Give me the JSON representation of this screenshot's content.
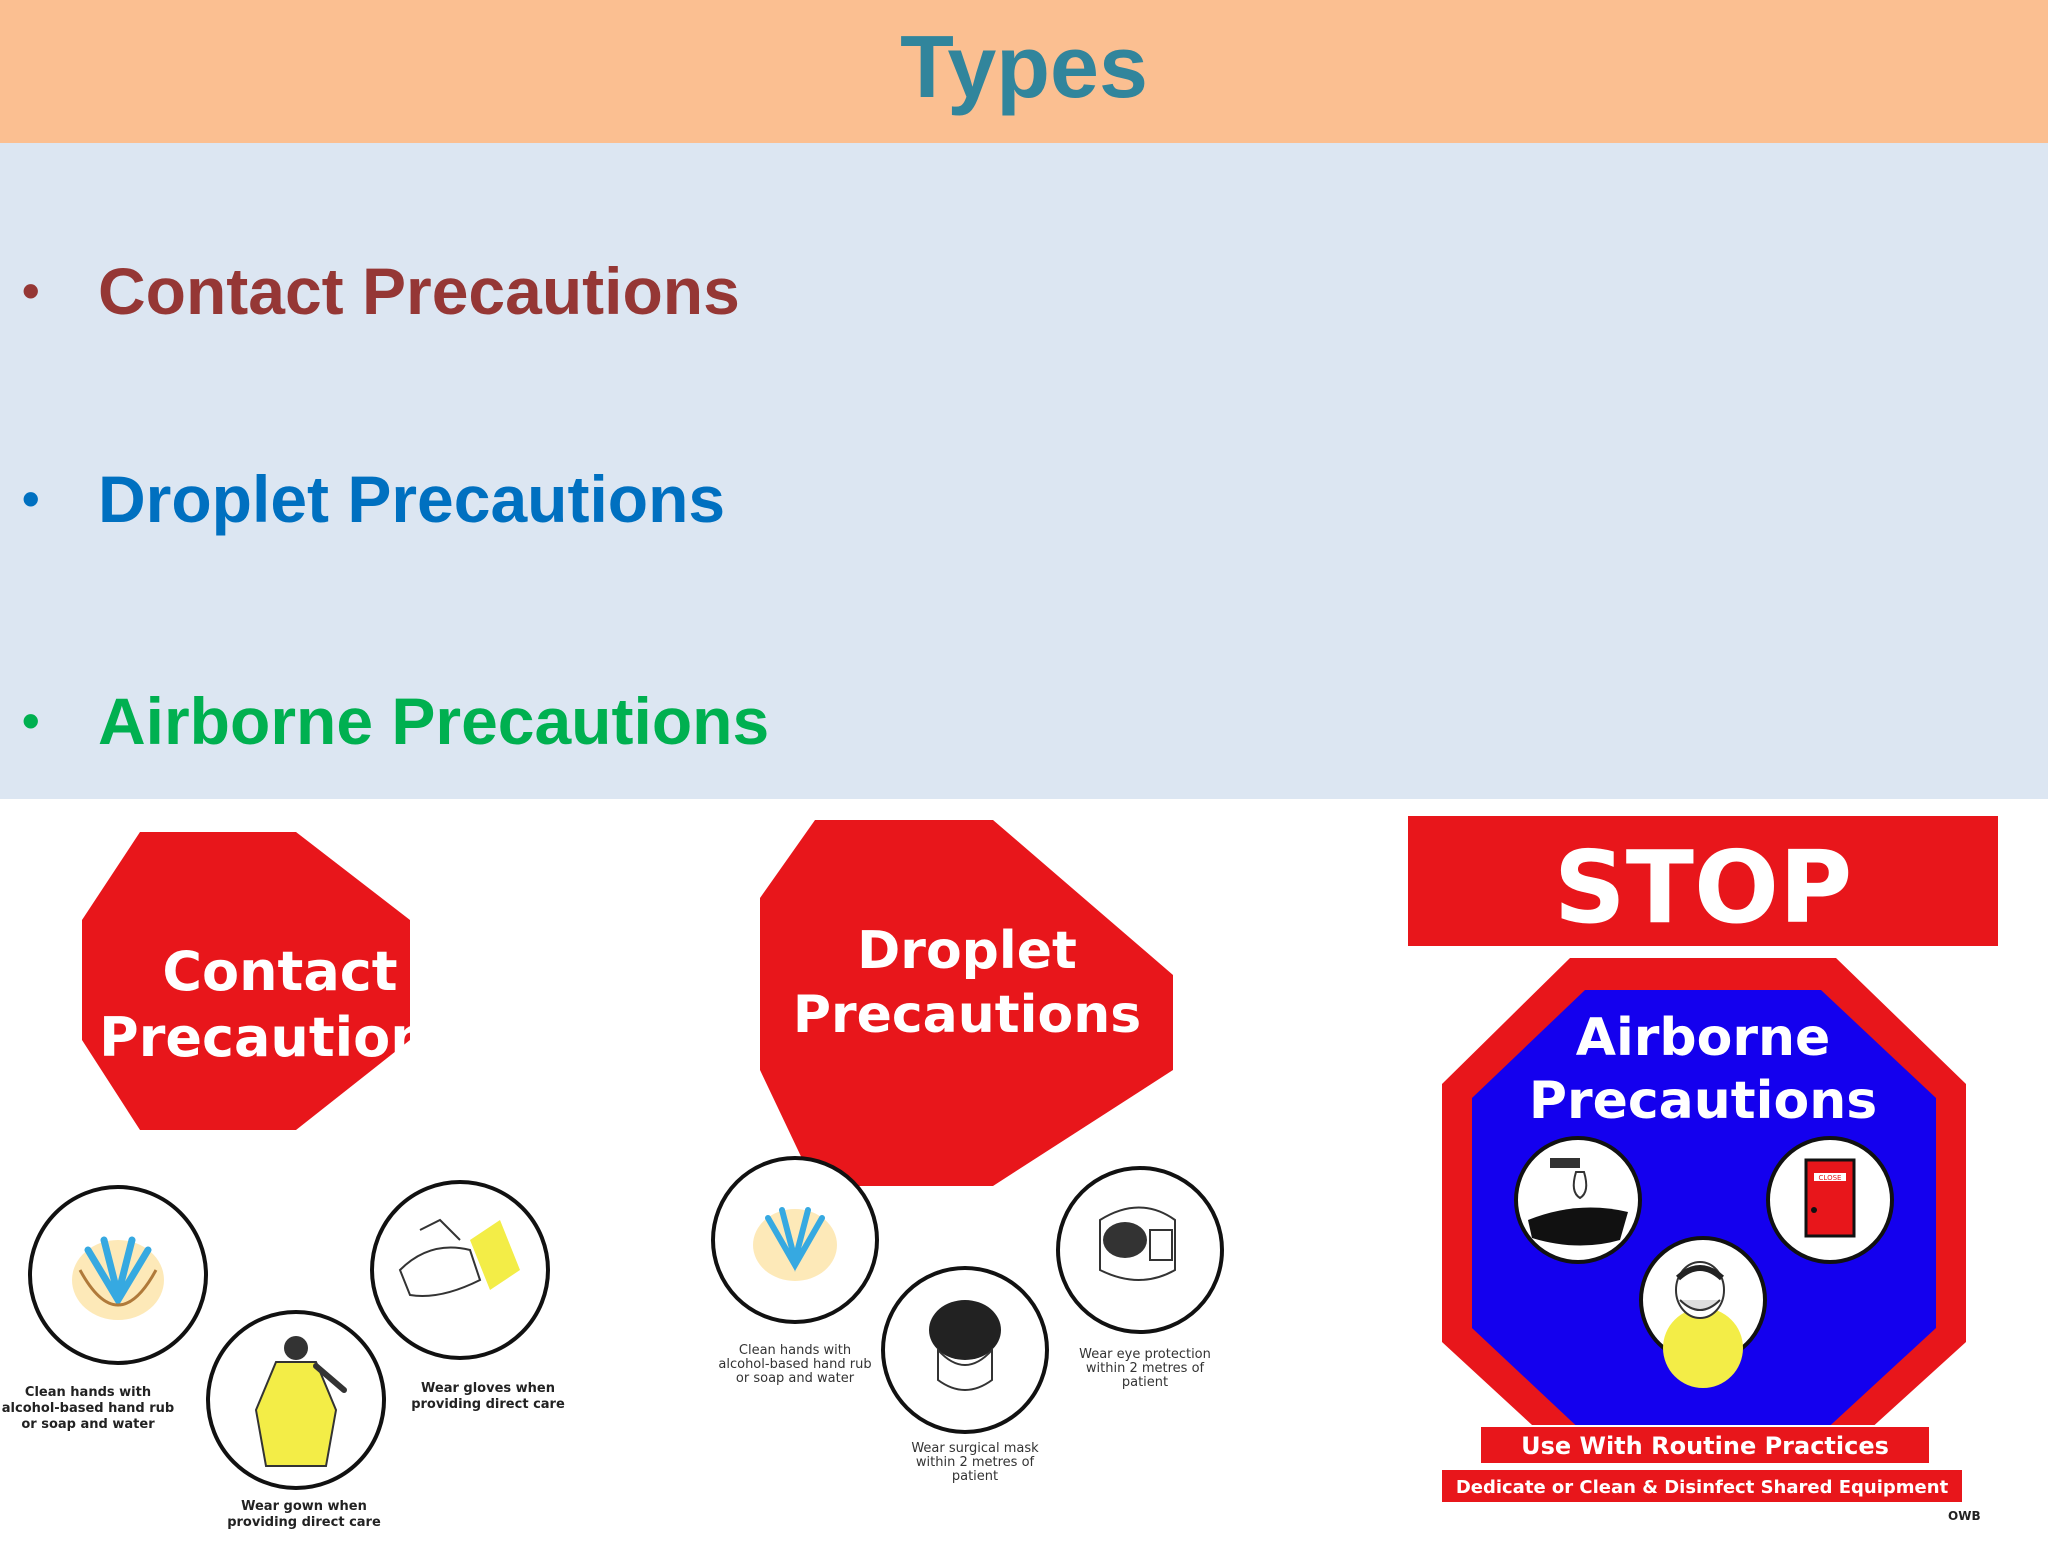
{
  "slide": {
    "title": "Types",
    "items": [
      {
        "label": "Contact Precautions",
        "color": "#953735"
      },
      {
        "label": "Droplet Precautions",
        "color": "#0070c0"
      },
      {
        "label": "Airborne Precautions",
        "color": "#00b050"
      }
    ]
  },
  "signs": {
    "contact": {
      "line1": "Contact",
      "line2": "Precautions",
      "cap_hands": [
        "Clean hands with",
        "alcohol-based hand rub",
        "or soap and water"
      ],
      "cap_gloves": [
        "Wear gloves when",
        "providing direct care"
      ],
      "cap_gown": [
        "Wear gown when",
        "providing direct care"
      ]
    },
    "droplet": {
      "line1": "Droplet",
      "line2": "Precautions",
      "cap_hands": [
        "Clean hands with",
        "alcohol-based hand rub",
        "or soap and water"
      ],
      "cap_eye": [
        "Wear eye protection",
        "within 2 metres of",
        "patient"
      ],
      "cap_mask": [
        "Wear surgical mask",
        "within 2 metres of",
        "patient"
      ]
    },
    "airborne": {
      "stop": "STOP",
      "line1": "Airborne",
      "line2": "Precautions",
      "door_label": "CLOSE",
      "banner1": "Use With Routine Practices",
      "banner2": "Dedicate or Clean & Disinfect Shared Equipment",
      "logo": "OWB"
    }
  },
  "colors": {
    "title_bar": "#fbbf91",
    "title_text": "#31859c",
    "list_bg": "#dce6f2",
    "sign_red": "#e8161b",
    "sign_blue": "#1400ee"
  }
}
